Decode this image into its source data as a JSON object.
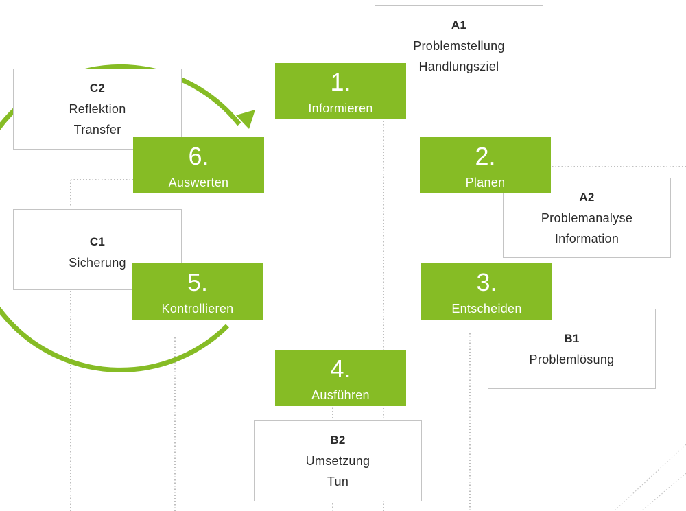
{
  "colors": {
    "step_fill": "#86bc25",
    "cycle_ring": "#86bc25",
    "box_border": "#c4c4c4",
    "text": "#2b2b2b",
    "step_text": "#ffffff"
  },
  "steps": [
    {
      "number": "1.",
      "label": "Informieren"
    },
    {
      "number": "2.",
      "label": "Planen"
    },
    {
      "number": "3.",
      "label": "Entscheiden"
    },
    {
      "number": "4.",
      "label": "Ausführen"
    },
    {
      "number": "5.",
      "label": "Kontrollieren"
    },
    {
      "number": "6.",
      "label": "Auswerten"
    }
  ],
  "info_boxes": {
    "a1": {
      "code": "A1",
      "lines": [
        "Problemstellung",
        "Handlungsziel"
      ]
    },
    "a2": {
      "code": "A2",
      "lines": [
        "Problemanalyse",
        "Information"
      ]
    },
    "b1": {
      "code": "B1",
      "lines": [
        "Problemlösung"
      ]
    },
    "b2": {
      "code": "B2",
      "lines": [
        "Umsetzung",
        "Tun"
      ]
    },
    "c1": {
      "code": "C1",
      "lines": [
        "Sicherung"
      ]
    },
    "c2": {
      "code": "C2",
      "lines": [
        "Reflektion",
        "Transfer"
      ]
    }
  }
}
